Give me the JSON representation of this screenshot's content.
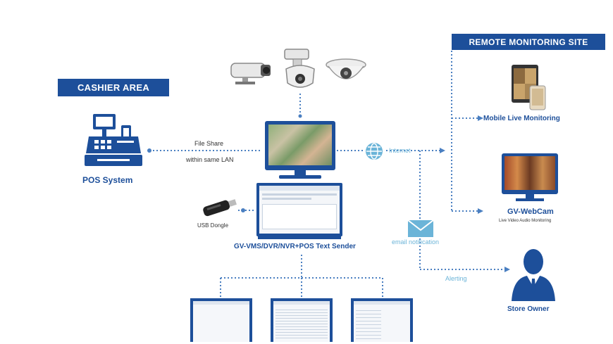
{
  "cashier_area": {
    "title": "CASHIER AREA",
    "pos_label": "POS System"
  },
  "remote_site": {
    "title": "REMOTE MONITORING SITE"
  },
  "mobile": {
    "label": "Mobile Live Monitoring"
  },
  "webcam": {
    "label": "GV-WebCam",
    "sublabel": "Live Video Audio Monitoring"
  },
  "links": {
    "file_share_line1": "File Share",
    "file_share_line2": "within same LAN",
    "internet": "Internet",
    "email": "email notification",
    "alerting": "Alerting"
  },
  "usb": {
    "label": "USB Dongle"
  },
  "sender": {
    "label": "GV-VMS/DVR/NVR+POS Text Sender"
  },
  "owner": {
    "label": "Store Owner"
  },
  "colors": {
    "primary": "#1d4f9a",
    "connector": "#4a7fc1",
    "light": "#6bb4d8"
  }
}
